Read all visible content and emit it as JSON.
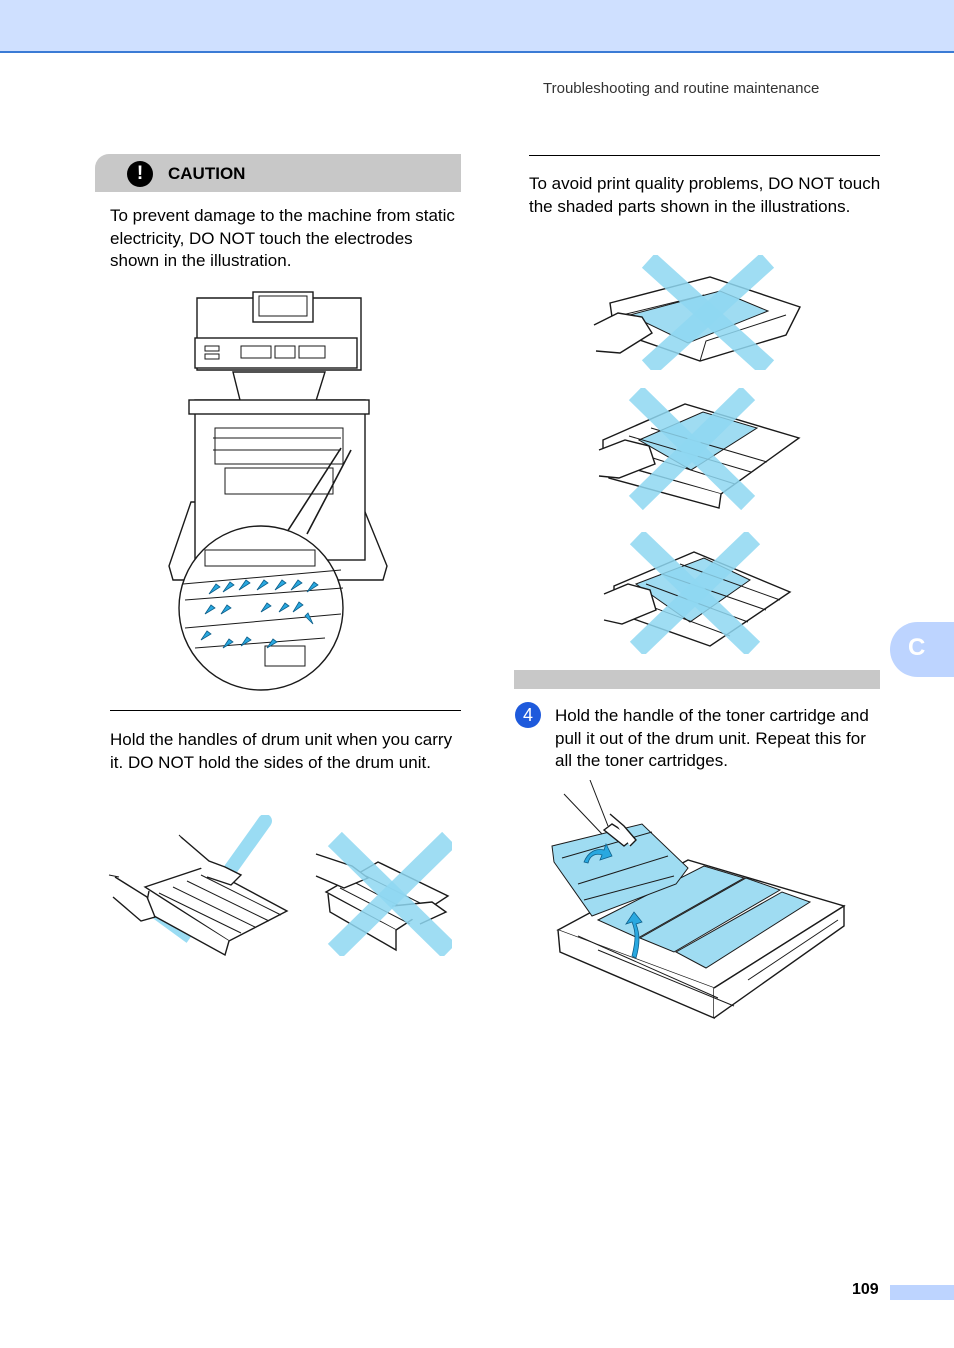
{
  "header": {
    "section_title": "Troubleshooting and routine maintenance"
  },
  "caution": {
    "label": "CAUTION",
    "icon": "exclamation-icon",
    "icon_glyph": "!",
    "text": "To prevent damage to the machine from static electricity, DO NOT touch the electrodes shown in the illustration."
  },
  "left_note": {
    "text": "Hold the handles of drum unit when you carry it. DO NOT hold the sides of the drum unit."
  },
  "right_note": {
    "text": "To avoid print quality problems, DO NOT touch the shaded parts shown in the illustrations."
  },
  "step": {
    "number": "4",
    "text": "Hold the handle of the toner cartridge and pull it out of the drum unit. Repeat this for all the toner cartridges."
  },
  "side_tab": {
    "label": "C"
  },
  "footer": {
    "page_number": "109"
  },
  "colors": {
    "accent_blue": "#1e5adc",
    "tab_blue": "#bdd4ff",
    "cyan_mark": "#8fd8f2",
    "gray_bar": "#c8c8c8"
  }
}
